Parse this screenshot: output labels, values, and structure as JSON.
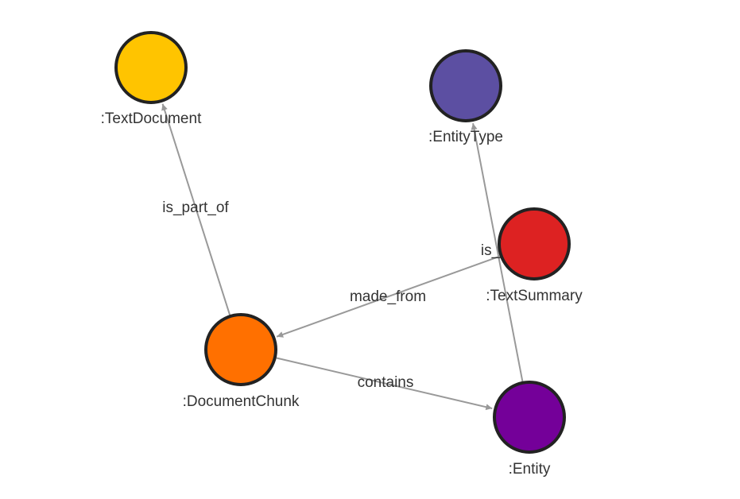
{
  "graph": {
    "nodes": [
      {
        "id": "TextDocument",
        "label": ":TextDocument",
        "color": "#FFC400",
        "icon": "node-textdocument"
      },
      {
        "id": "EntityType",
        "label": ":EntityType",
        "color": "#5C4FA2",
        "icon": "node-entitytype"
      },
      {
        "id": "TextSummary",
        "label": ":TextSummary",
        "color": "#DD2222",
        "icon": "node-textsummary"
      },
      {
        "id": "DocumentChunk",
        "label": ":DocumentChunk",
        "color": "#FF7000",
        "icon": "node-documentchunk"
      },
      {
        "id": "Entity",
        "label": ":Entity",
        "color": "#740099",
        "icon": "node-entity"
      }
    ],
    "edges": [
      {
        "from": "DocumentChunk",
        "to": "TextDocument",
        "label": "is_part_of"
      },
      {
        "from": "TextSummary",
        "to": "DocumentChunk",
        "label": "made_from"
      },
      {
        "from": "DocumentChunk",
        "to": "Entity",
        "label": "contains"
      },
      {
        "from": "Entity",
        "to": "EntityType",
        "label": "is_"
      }
    ],
    "edge_color": "#999999",
    "node_border_color": "#222222"
  }
}
